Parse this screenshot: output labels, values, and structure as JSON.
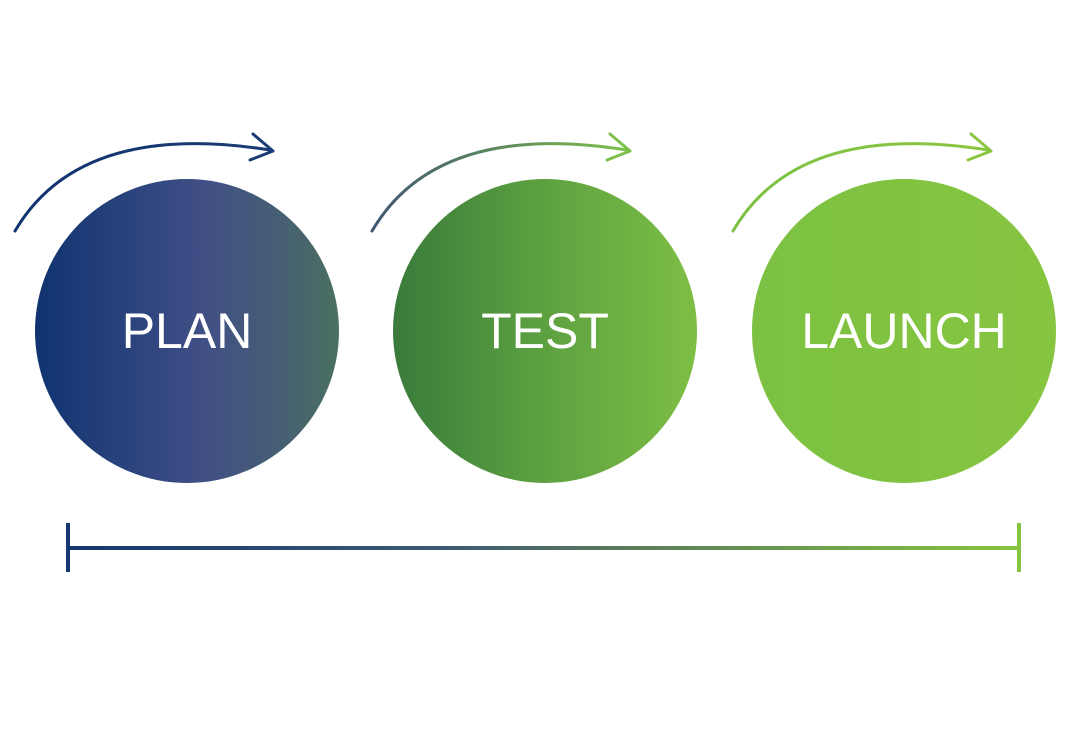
{
  "stages": [
    {
      "label": "PLAN",
      "gradient": [
        "#0f3370",
        "#404f86",
        "#465e74",
        "#4a7060"
      ],
      "arrow_color_start": "#0f3370",
      "arrow_color_end": "#1b3c73"
    },
    {
      "label": "TEST",
      "gradient": [
        "#3a7a3b",
        "#5a9e40",
        "#6eb043",
        "#7dbf44"
      ],
      "arrow_color_start": "#3f5670",
      "arrow_color_end": "#7cc04a"
    },
    {
      "label": "LAUNCH",
      "gradient": [
        "#7cc143",
        "#86c53f"
      ],
      "arrow_color_start": "#7cc143",
      "arrow_color_end": "#8ac640"
    }
  ],
  "timeline": {
    "color_start": "#133770",
    "color_end": "#86c53f"
  }
}
